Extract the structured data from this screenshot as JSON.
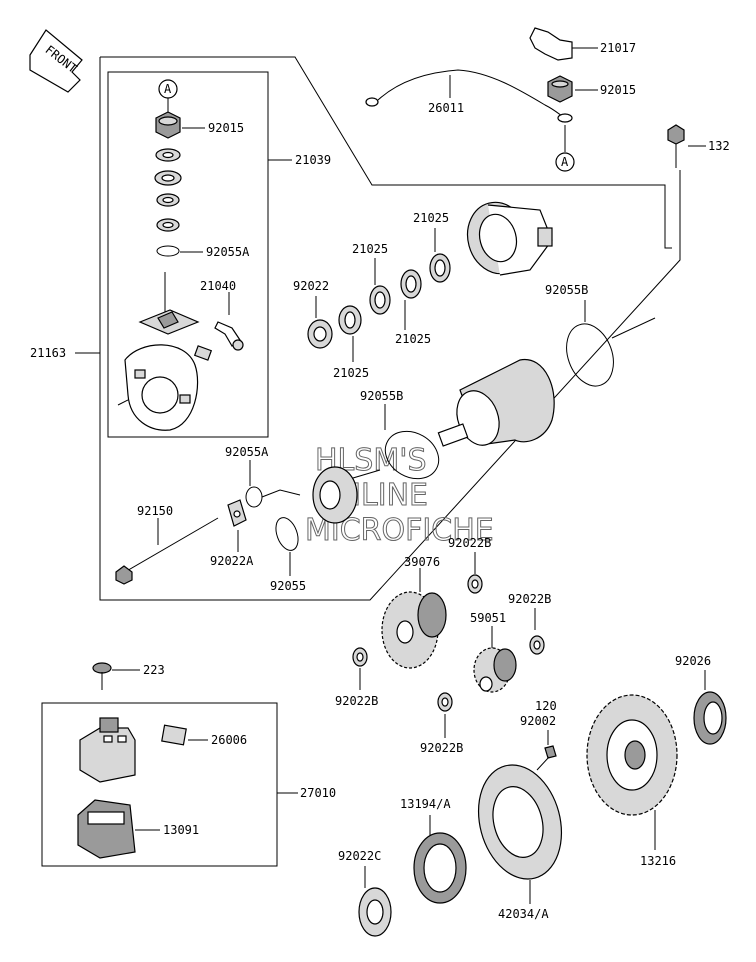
{
  "front_badge": "FRONT",
  "watermark": [
    "HLSM'S",
    "ONLINE",
    "MICROFICHE"
  ],
  "callouts": {
    "a_top": "A",
    "a_cable": "A",
    "p21017": "21017",
    "p92015_cable": "92015",
    "p26011": "26011",
    "p132": "132",
    "p92015_box": "92015",
    "p21039": "21039",
    "p92055a_box": "92055A",
    "p21040": "21040",
    "p21163": "21163",
    "p21025_a": "21025",
    "p21025_b": "21025",
    "p21025_c": "21025",
    "p21025_d": "21025",
    "p92022": "92022",
    "p92055b_r": "92055B",
    "p92055b_c": "92055B",
    "p92055a": "92055A",
    "p92150": "92150",
    "p92022a": "92022A",
    "p92055": "92055",
    "p92022b_a": "92022B",
    "p39076": "39076",
    "p92022b_b": "92022B",
    "p59051": "59051",
    "p92022b_c": "92022B",
    "p92022b_d": "92022B",
    "p92026": "92026",
    "p120": "120",
    "p92002": "92002",
    "p223": "223",
    "p26006": "26006",
    "p27010": "27010",
    "p13091": "13091",
    "p13194a": "13194/A",
    "p92022c": "92022C",
    "p13216": "13216",
    "p42034a": "42034/A"
  }
}
